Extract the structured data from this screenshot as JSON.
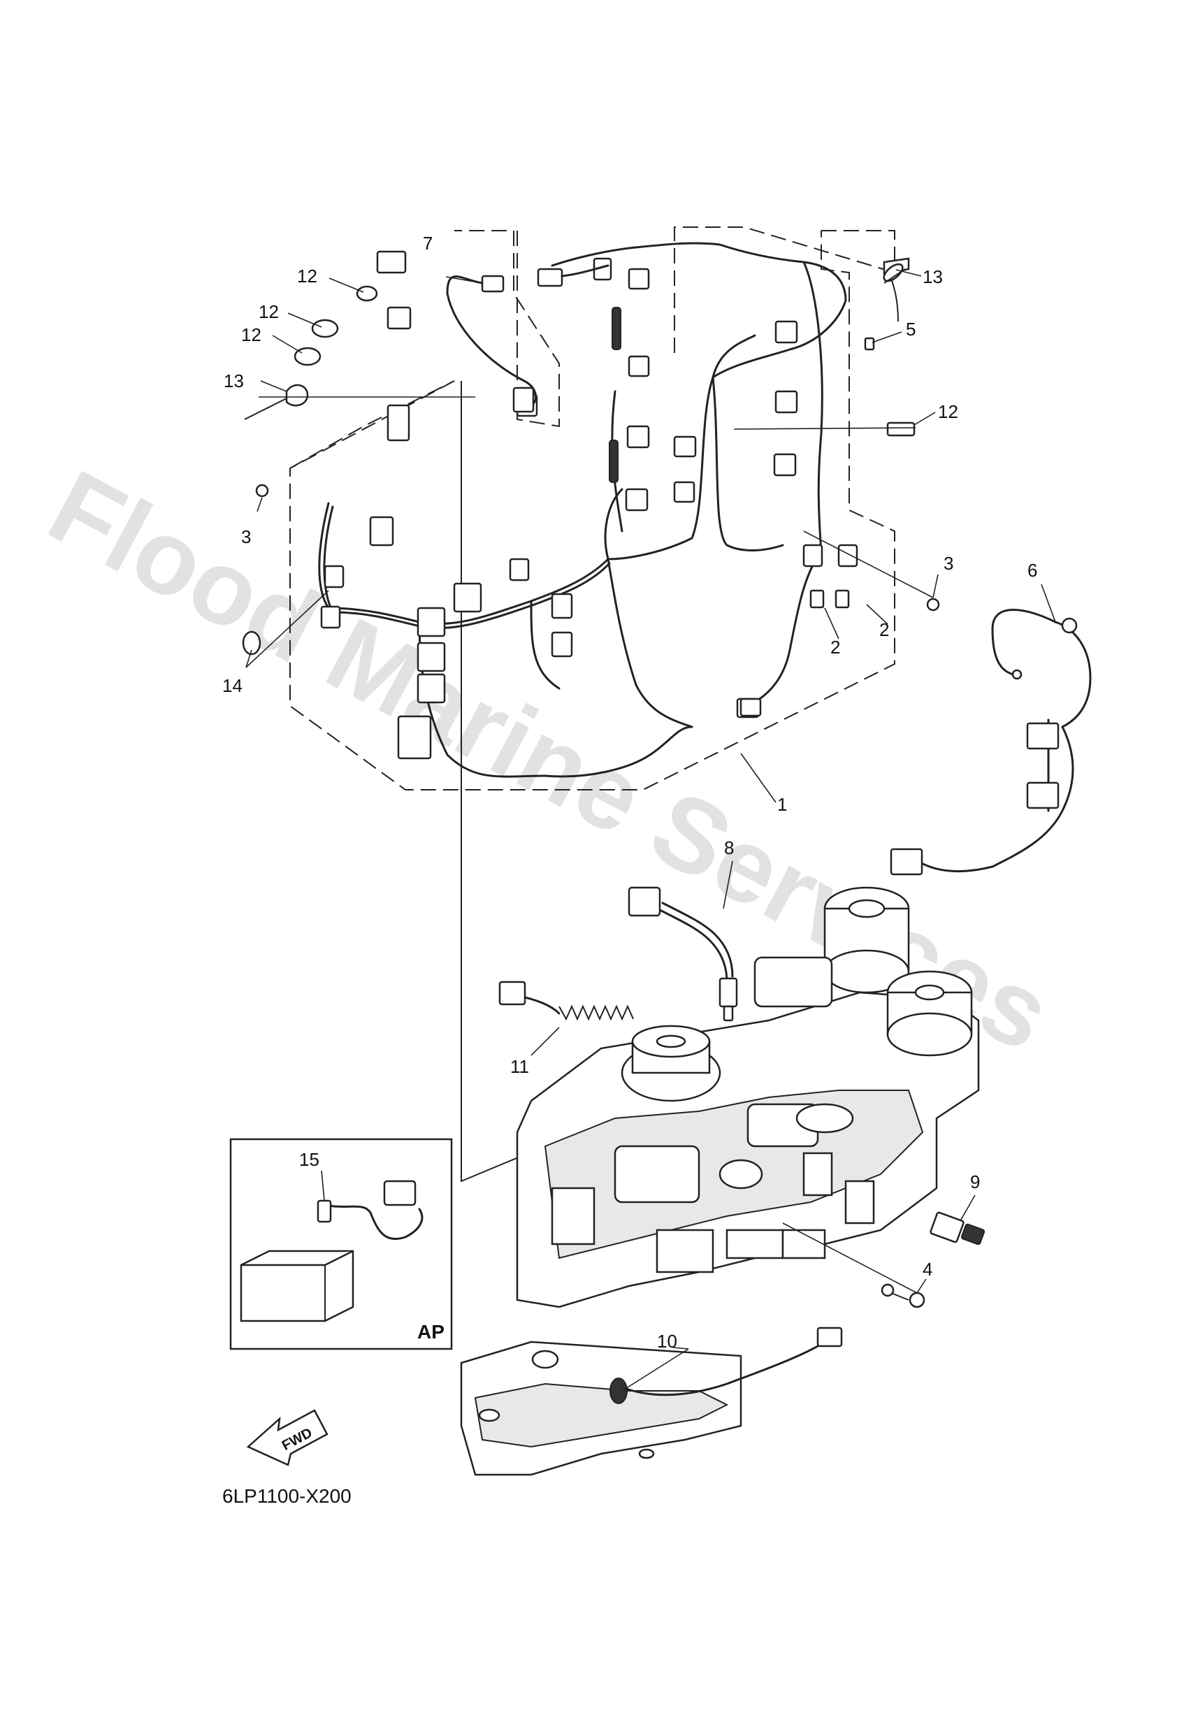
{
  "watermark": "Flood Marine Services",
  "diagram_code": "6LP1100-X200",
  "inset_label": "AP",
  "direction_label": "FWD",
  "callouts": [
    {
      "id": "c1",
      "label": "1"
    },
    {
      "id": "c2a",
      "label": "2"
    },
    {
      "id": "c2b",
      "label": "2"
    },
    {
      "id": "c3a",
      "label": "3"
    },
    {
      "id": "c3b",
      "label": "3"
    },
    {
      "id": "c4",
      "label": "4"
    },
    {
      "id": "c5",
      "label": "5"
    },
    {
      "id": "c6",
      "label": "6"
    },
    {
      "id": "c7",
      "label": "7"
    },
    {
      "id": "c8",
      "label": "8"
    },
    {
      "id": "c9",
      "label": "9"
    },
    {
      "id": "c10",
      "label": "10"
    },
    {
      "id": "c11",
      "label": "11"
    },
    {
      "id": "c12a",
      "label": "12"
    },
    {
      "id": "c12b",
      "label": "12"
    },
    {
      "id": "c12c",
      "label": "12"
    },
    {
      "id": "c12d",
      "label": "12"
    },
    {
      "id": "c13a",
      "label": "13"
    },
    {
      "id": "c13b",
      "label": "13"
    },
    {
      "id": "c14",
      "label": "14"
    },
    {
      "id": "c15",
      "label": "15"
    }
  ]
}
